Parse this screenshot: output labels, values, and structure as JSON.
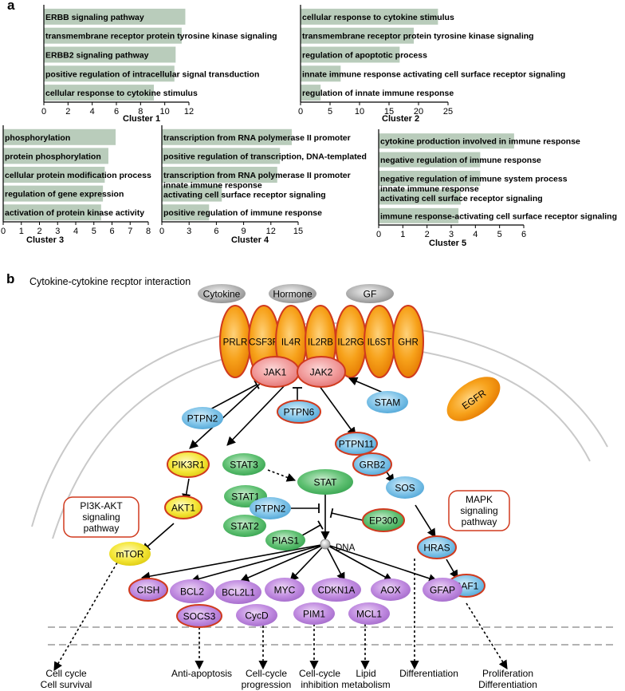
{
  "panel_a": {
    "letter": "a"
  },
  "panel_b": {
    "letter": "b",
    "title": "Cytokine-cytokine recptor interaction"
  },
  "chart_data": [
    {
      "type": "bar",
      "orientation": "horizontal",
      "title": "Cluster 1",
      "categories": [
        "ERBB signaling pathway",
        "transmembrane receptor protein tyrosine kinase signaling",
        "ERBB2 signaling pathway",
        "positive regulation of intracellular signal transduction",
        "cellular response to cytokine stimulus"
      ],
      "values": [
        11.7,
        11.4,
        10.9,
        10.8,
        9.1
      ],
      "xlim": [
        0,
        12
      ],
      "xticks": [
        "0",
        "2",
        "4",
        "6",
        "8",
        "10",
        "12"
      ],
      "color": "#b9ccbb"
    },
    {
      "type": "bar",
      "orientation": "horizontal",
      "title": "Cluster 2",
      "categories": [
        "cellular response to cytokine stimulus",
        "transmembrane receptor protein tyrosine kinase signaling",
        "regulation of apoptotic process",
        "innate immune response activating cell surface receptor signaling",
        "regulation of innate immune response"
      ],
      "values": [
        23.3,
        19.2,
        16.8,
        6.8,
        3.4
      ],
      "xlim": [
        0,
        25
      ],
      "xticks": [
        "0",
        "5",
        "10",
        "15",
        "20",
        "25"
      ],
      "color": "#b9ccbb"
    },
    {
      "type": "bar",
      "orientation": "horizontal",
      "title": "Cluster 3",
      "categories": [
        "phosphorylation",
        "protein phosphorylation",
        "cellular protein modification process",
        "regulation of gene expression",
        "activation of protein kinase activity"
      ],
      "values": [
        6.2,
        5.8,
        5.6,
        5.5,
        5.4
      ],
      "xlim": [
        0,
        8
      ],
      "xticks": [
        "0",
        "1",
        "2",
        "3",
        "4",
        "5",
        "6",
        "7",
        "8"
      ],
      "color": "#b9ccbb"
    },
    {
      "type": "bar",
      "orientation": "horizontal",
      "title": "Cluster 4",
      "categories": [
        "transcription from RNA polymerase II promoter",
        "positive regulation of transcription, DNA-templated",
        "transcription from RNA polymerase II promoter",
        "innate immune response|activating cell surface receptor signaling",
        "positive regulation of immune response"
      ],
      "values": [
        14.3,
        13.0,
        12.7,
        6.6,
        5.2
      ],
      "xlim": [
        0,
        15
      ],
      "xticks": [
        "0",
        "3",
        "6",
        "9",
        "12",
        "15"
      ],
      "color": "#b9ccbb"
    },
    {
      "type": "bar",
      "orientation": "horizontal",
      "title": "Cluster 5",
      "categories": [
        "cytokine production involved in immune response",
        "negative regulation of immune response",
        "negative regulation of immune system process",
        "innate immune response|activating cell surface receptor signaling",
        "immune response-activating cell surface receptor signaling"
      ],
      "values": [
        5.6,
        4.2,
        4.2,
        3.4,
        3.3
      ],
      "xlim": [
        0,
        6
      ],
      "xticks": [
        "0",
        "1",
        "2",
        "3",
        "4",
        "5",
        "6"
      ],
      "color": "#b9ccbb"
    }
  ],
  "pathway": {
    "ligands": [
      {
        "label": "Cytokine"
      },
      {
        "label": "Hormone"
      },
      {
        "label": "GF"
      }
    ],
    "receptors": [
      "PRLR",
      "CSF3R",
      "IL4R",
      "IL2RB",
      "IL2RG",
      "IL6ST",
      "GHR"
    ],
    "egfr": "EGFR",
    "nodes": {
      "JAK1": "JAK1",
      "JAK2": "JAK2",
      "PTPN2a": "PTPN2",
      "PTPN6": "PTPN6",
      "STAM": "STAM",
      "PIK3R1": "PIK3R1",
      "AKT1": "AKT1",
      "mTOR": "mTOR",
      "STAT3": "STAT3",
      "STAT1": "STAT1",
      "STAT2": "STAT2",
      "STAT": "STAT",
      "PTPN2b": "PTPN2",
      "PIAS1": "PIAS1",
      "EP300": "EP300",
      "PTPN11": "PTPN11",
      "GRB2": "GRB2",
      "SOS": "SOS",
      "HRAS": "HRAS",
      "RAF1": "RAF1",
      "CISH": "CISH",
      "BCL2": "BCL2",
      "BCL2L1": "BCL2L1",
      "MYC": "MYC",
      "CDKN1A": "CDKN1A",
      "AOX": "AOX",
      "GFAP": "GFAP",
      "SOCS3": "SOCS3",
      "CycD": "CycD",
      "PIM1": "PIM1",
      "MCL1": "MCL1"
    },
    "dna_label": "DNA",
    "boxes": {
      "pi3k": "PI3K-AKT|signaling|pathway",
      "mapk": "MAPK|signaling|pathway"
    },
    "outcomes": [
      "Cell cycle|Cell survival",
      "Anti-apoptosis",
      "Cell-cycle|progression",
      "Cell-cycle|inhibition",
      "Lipid|metabolism",
      "Differentiation",
      "Proliferation|Differentiation"
    ]
  }
}
